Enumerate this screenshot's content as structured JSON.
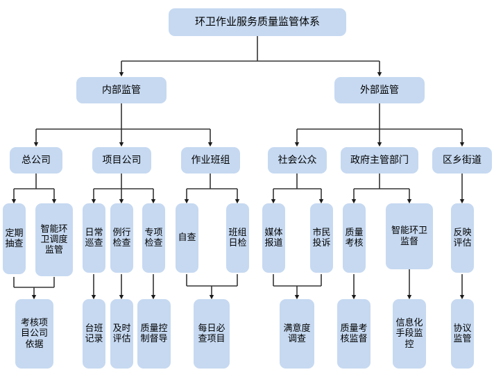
{
  "diagram": {
    "title": "环卫作业服务质量监管体系",
    "type": "organizational-flowchart",
    "accent_color": "#c6d9f1",
    "line_color": "#000000",
    "levels": {
      "root": "环卫作业服务质量监管体系",
      "branch_internal": "内部监管",
      "branch_external": "外部监管"
    },
    "nodes": {
      "root": "环卫作业服务质量监管体系",
      "internal": "内部监管",
      "external": "外部监管",
      "head_office": "总公司",
      "project_company": "项目公司",
      "work_team": "作业班组",
      "public": "社会公众",
      "gov_department": "政府主管部门",
      "district_street": "区乡街道",
      "periodic_spot_check": "定期抽查",
      "smart_dispatch_supervision": "智能环卫调度监管",
      "daily_patrol": "日常巡查",
      "routine_inspection": "例行检查",
      "special_inspection": "专项检查",
      "self_inspection": "自查",
      "team_daily_check": "班组日检",
      "media_report": "媒体报道",
      "citizen_complaint": "市民投诉",
      "quality_assessment": "质量考核",
      "smart_sanitation_supervision": "智能环卫监督",
      "feedback_evaluation": "反映评估",
      "assessment_basis": "考核项目公司依据",
      "shift_record": "台班记录",
      "timely_evaluation": "及时评估",
      "quality_control_guidance": "质量控制督导",
      "daily_required_items": "每日必查项目",
      "satisfaction_survey": "满意度调查",
      "quality_assessment_supervision": "质量考核监督",
      "informatization_monitoring": "信息化手段监控",
      "agreement_supervision": "协议监管"
    }
  }
}
